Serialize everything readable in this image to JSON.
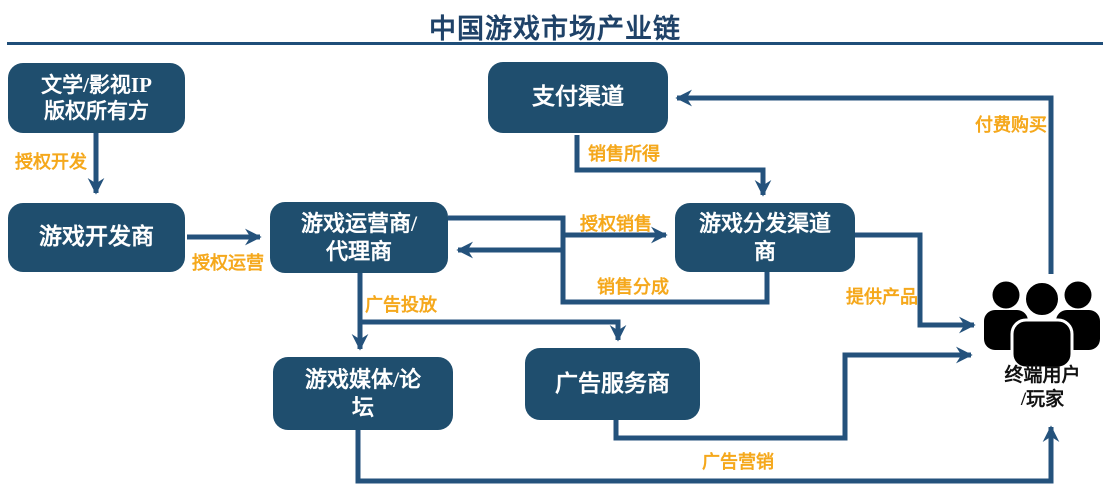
{
  "title": "中国游戏市场产业链",
  "colors": {
    "box_fill": "#1f4e6e",
    "line": "#24527c",
    "label_orange": "#f5a81c",
    "title_navy": "#1f4268",
    "user_icon_black": "#000000"
  },
  "icons": {
    "end_user_icon": "users-group-icon"
  },
  "nodes": {
    "ip_owner": {
      "line1": "文学/影视IP",
      "line2": "版权所有方"
    },
    "payment": {
      "line1": "支付渠道"
    },
    "developer": {
      "line1": "游戏开发商"
    },
    "operator": {
      "line1": "游戏运营商/",
      "line2": "代理商"
    },
    "distributor": {
      "line1": "游戏分发渠道",
      "line2": "商"
    },
    "media": {
      "line1": "游戏媒体/论",
      "line2": "坛"
    },
    "ad_service": {
      "line1": "广告服务商"
    },
    "end_user": {
      "line1": "终端用户",
      "line2": "/玩家"
    }
  },
  "edges": [
    {
      "id": "authorize_develop",
      "label": "授权开发",
      "from": "ip_owner",
      "to": "developer"
    },
    {
      "id": "authorize_operate",
      "label": "授权运营",
      "from": "developer",
      "to": "operator"
    },
    {
      "id": "authorize_sell",
      "label": "授权销售",
      "from": "operator",
      "to": "distributor"
    },
    {
      "id": "sales_share",
      "label": "销售分成",
      "from": "distributor",
      "to": "operator"
    },
    {
      "id": "sales_income",
      "label": "销售所得",
      "from": "payment",
      "to": "distributor"
    },
    {
      "id": "paid_purchase",
      "label": "付费购买",
      "from": "end_user",
      "to": "payment"
    },
    {
      "id": "provide_product",
      "label": "提供产品",
      "from": "distributor",
      "to": "end_user"
    },
    {
      "id": "ad_placement",
      "label": "广告投放",
      "from": "operator",
      "to": "media, ad_service"
    },
    {
      "id": "ad_marketing",
      "label": "广告营销",
      "from": "ad_service",
      "to": "end_user"
    },
    {
      "id": "media_to_user",
      "label": "",
      "from": "media",
      "to": "end_user"
    }
  ]
}
